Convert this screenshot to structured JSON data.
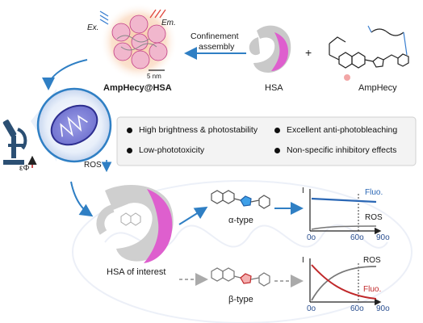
{
  "colors": {
    "accent_blue": "#2f7fc4",
    "mito_outline": "#2d2e8f",
    "hsa_pink": "#de5fce",
    "hsa_gray": "#c9c9c9",
    "fluo_blue": "#2a67b5",
    "fluo_red": "#c0282a",
    "ros_gray": "#777777",
    "excitation_blue": "#3a7fd0",
    "emission_red": "#e0463c"
  },
  "labels": {
    "excitation": "Ex.",
    "emission": "Em.",
    "scale_bar": "5 nm",
    "complex_name": "AmpHecy@HSA",
    "arrow_top": "Confinement",
    "arrow_bottom": "assembly",
    "hsa": "HSA",
    "plus": "+",
    "amphecy": "AmpHecy",
    "eps_phi": "εΦ",
    "ros_label": "ROS",
    "hsa_of_interest": "HSA of interest",
    "alpha_type": "α-type",
    "beta_type": "β-type"
  },
  "features": [
    "High brightness & photostability",
    "Excellent anti-photobleaching",
    "Low-phototoxicity",
    "Non-specific inhibitory effects"
  ],
  "plot_alpha": {
    "y_label": "I",
    "fluo_label": "Fluo.",
    "ros_label": "ROS",
    "tick_start": "0o",
    "tick_mid": "60o",
    "tick_end": "90o"
  },
  "plot_beta": {
    "y_label": "I",
    "ros_label": "ROS",
    "fluo_label": "Fluo.",
    "tick_start": "0o",
    "tick_mid": "60o",
    "tick_end": "90o"
  }
}
